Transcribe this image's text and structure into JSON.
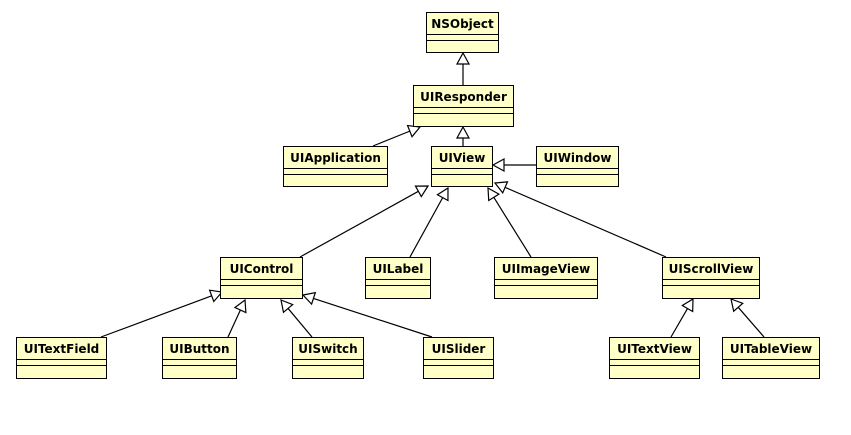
{
  "diagram": {
    "type": "uml-class-inheritance",
    "fill_color": "#ffffc8",
    "stroke_color": "#000000",
    "classes": {
      "nsobject": "NSObject",
      "uiresponder": "UIResponder",
      "uiapplication": "UIApplication",
      "uiview": "UIView",
      "uiwindow": "UIWindow",
      "uicontrol": "UIControl",
      "uilabel": "UILabel",
      "uiimageview": "UIImageView",
      "uiscrollview": "UIScrollView",
      "uitextfield": "UITextField",
      "uibutton": "UIButton",
      "uiswitch": "UISwitch",
      "uislider": "UISlider",
      "uitextview": "UITextView",
      "uitableview": "UITableView"
    },
    "inheritance": [
      {
        "child": "uiresponder",
        "parent": "nsobject"
      },
      {
        "child": "uiapplication",
        "parent": "uiresponder"
      },
      {
        "child": "uiview",
        "parent": "uiresponder"
      },
      {
        "child": "uiwindow",
        "parent": "uiview"
      },
      {
        "child": "uicontrol",
        "parent": "uiview"
      },
      {
        "child": "uilabel",
        "parent": "uiview"
      },
      {
        "child": "uiimageview",
        "parent": "uiview"
      },
      {
        "child": "uiscrollview",
        "parent": "uiview"
      },
      {
        "child": "uitextfield",
        "parent": "uicontrol"
      },
      {
        "child": "uibutton",
        "parent": "uicontrol"
      },
      {
        "child": "uiswitch",
        "parent": "uicontrol"
      },
      {
        "child": "uislider",
        "parent": "uicontrol"
      },
      {
        "child": "uitextview",
        "parent": "uiscrollview"
      },
      {
        "child": "uitableview",
        "parent": "uiscrollview"
      }
    ]
  }
}
